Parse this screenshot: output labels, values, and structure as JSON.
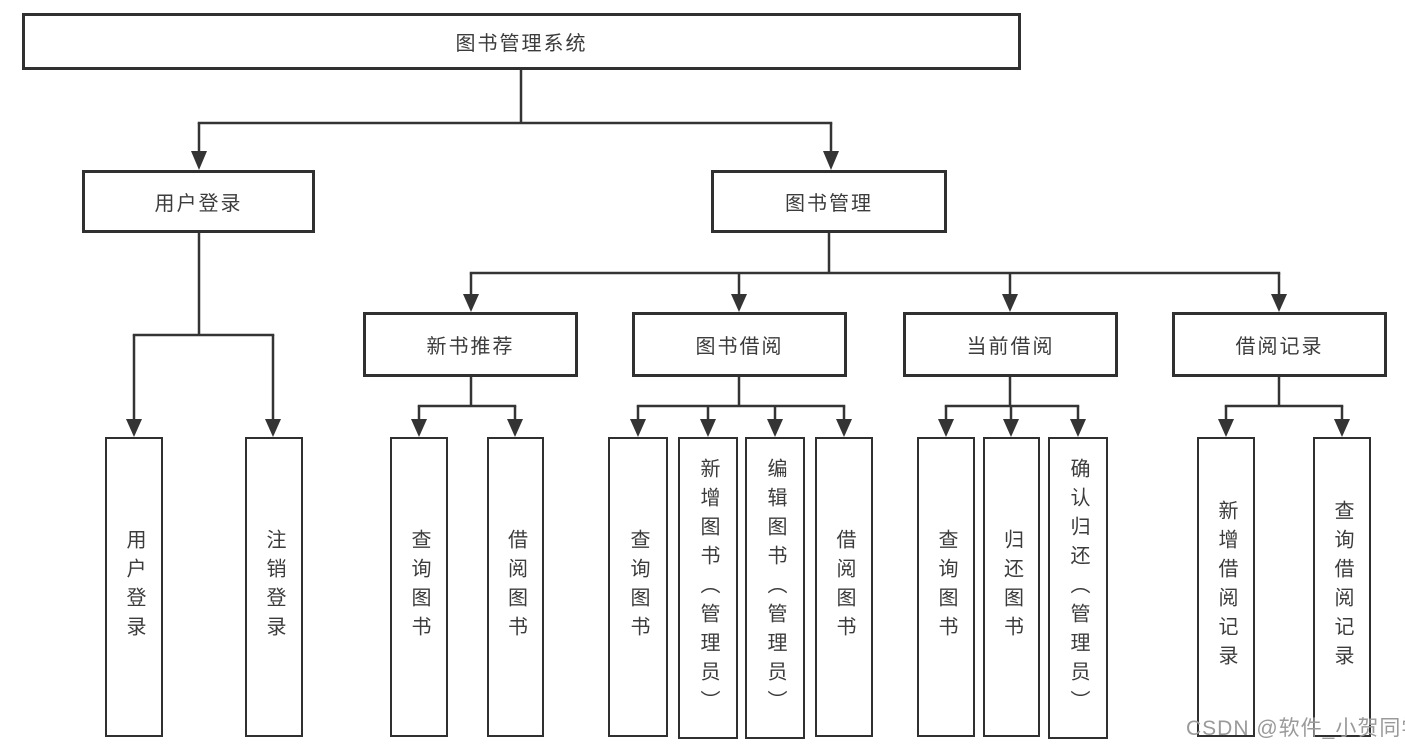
{
  "diagram": {
    "title": "图书管理系统",
    "branches": [
      {
        "label": "用户登录",
        "children": [
          "用户登录",
          "注销登录"
        ]
      },
      {
        "label": "图书管理",
        "sections": [
          {
            "label": "新书推荐",
            "children": [
              "查询图书",
              "借阅图书"
            ]
          },
          {
            "label": "图书借阅",
            "children": [
              "查询图书",
              "新增图书（管理员）",
              "编辑图书（管理员）",
              "借阅图书"
            ]
          },
          {
            "label": "当前借阅",
            "children": [
              "查询图书",
              "归还图书",
              "确认归还（管理员）"
            ]
          },
          {
            "label": "借阅记录",
            "children": [
              "新增借阅记录",
              "查询借阅记录"
            ]
          }
        ]
      }
    ]
  },
  "watermark": {
    "text": "CSDN @软件_小贺同学"
  },
  "colors": {
    "line": "#343434",
    "box_border": "#303030",
    "text": "#3c3c3c",
    "watermark": "#9a9a9a",
    "background": "#ffffff"
  }
}
